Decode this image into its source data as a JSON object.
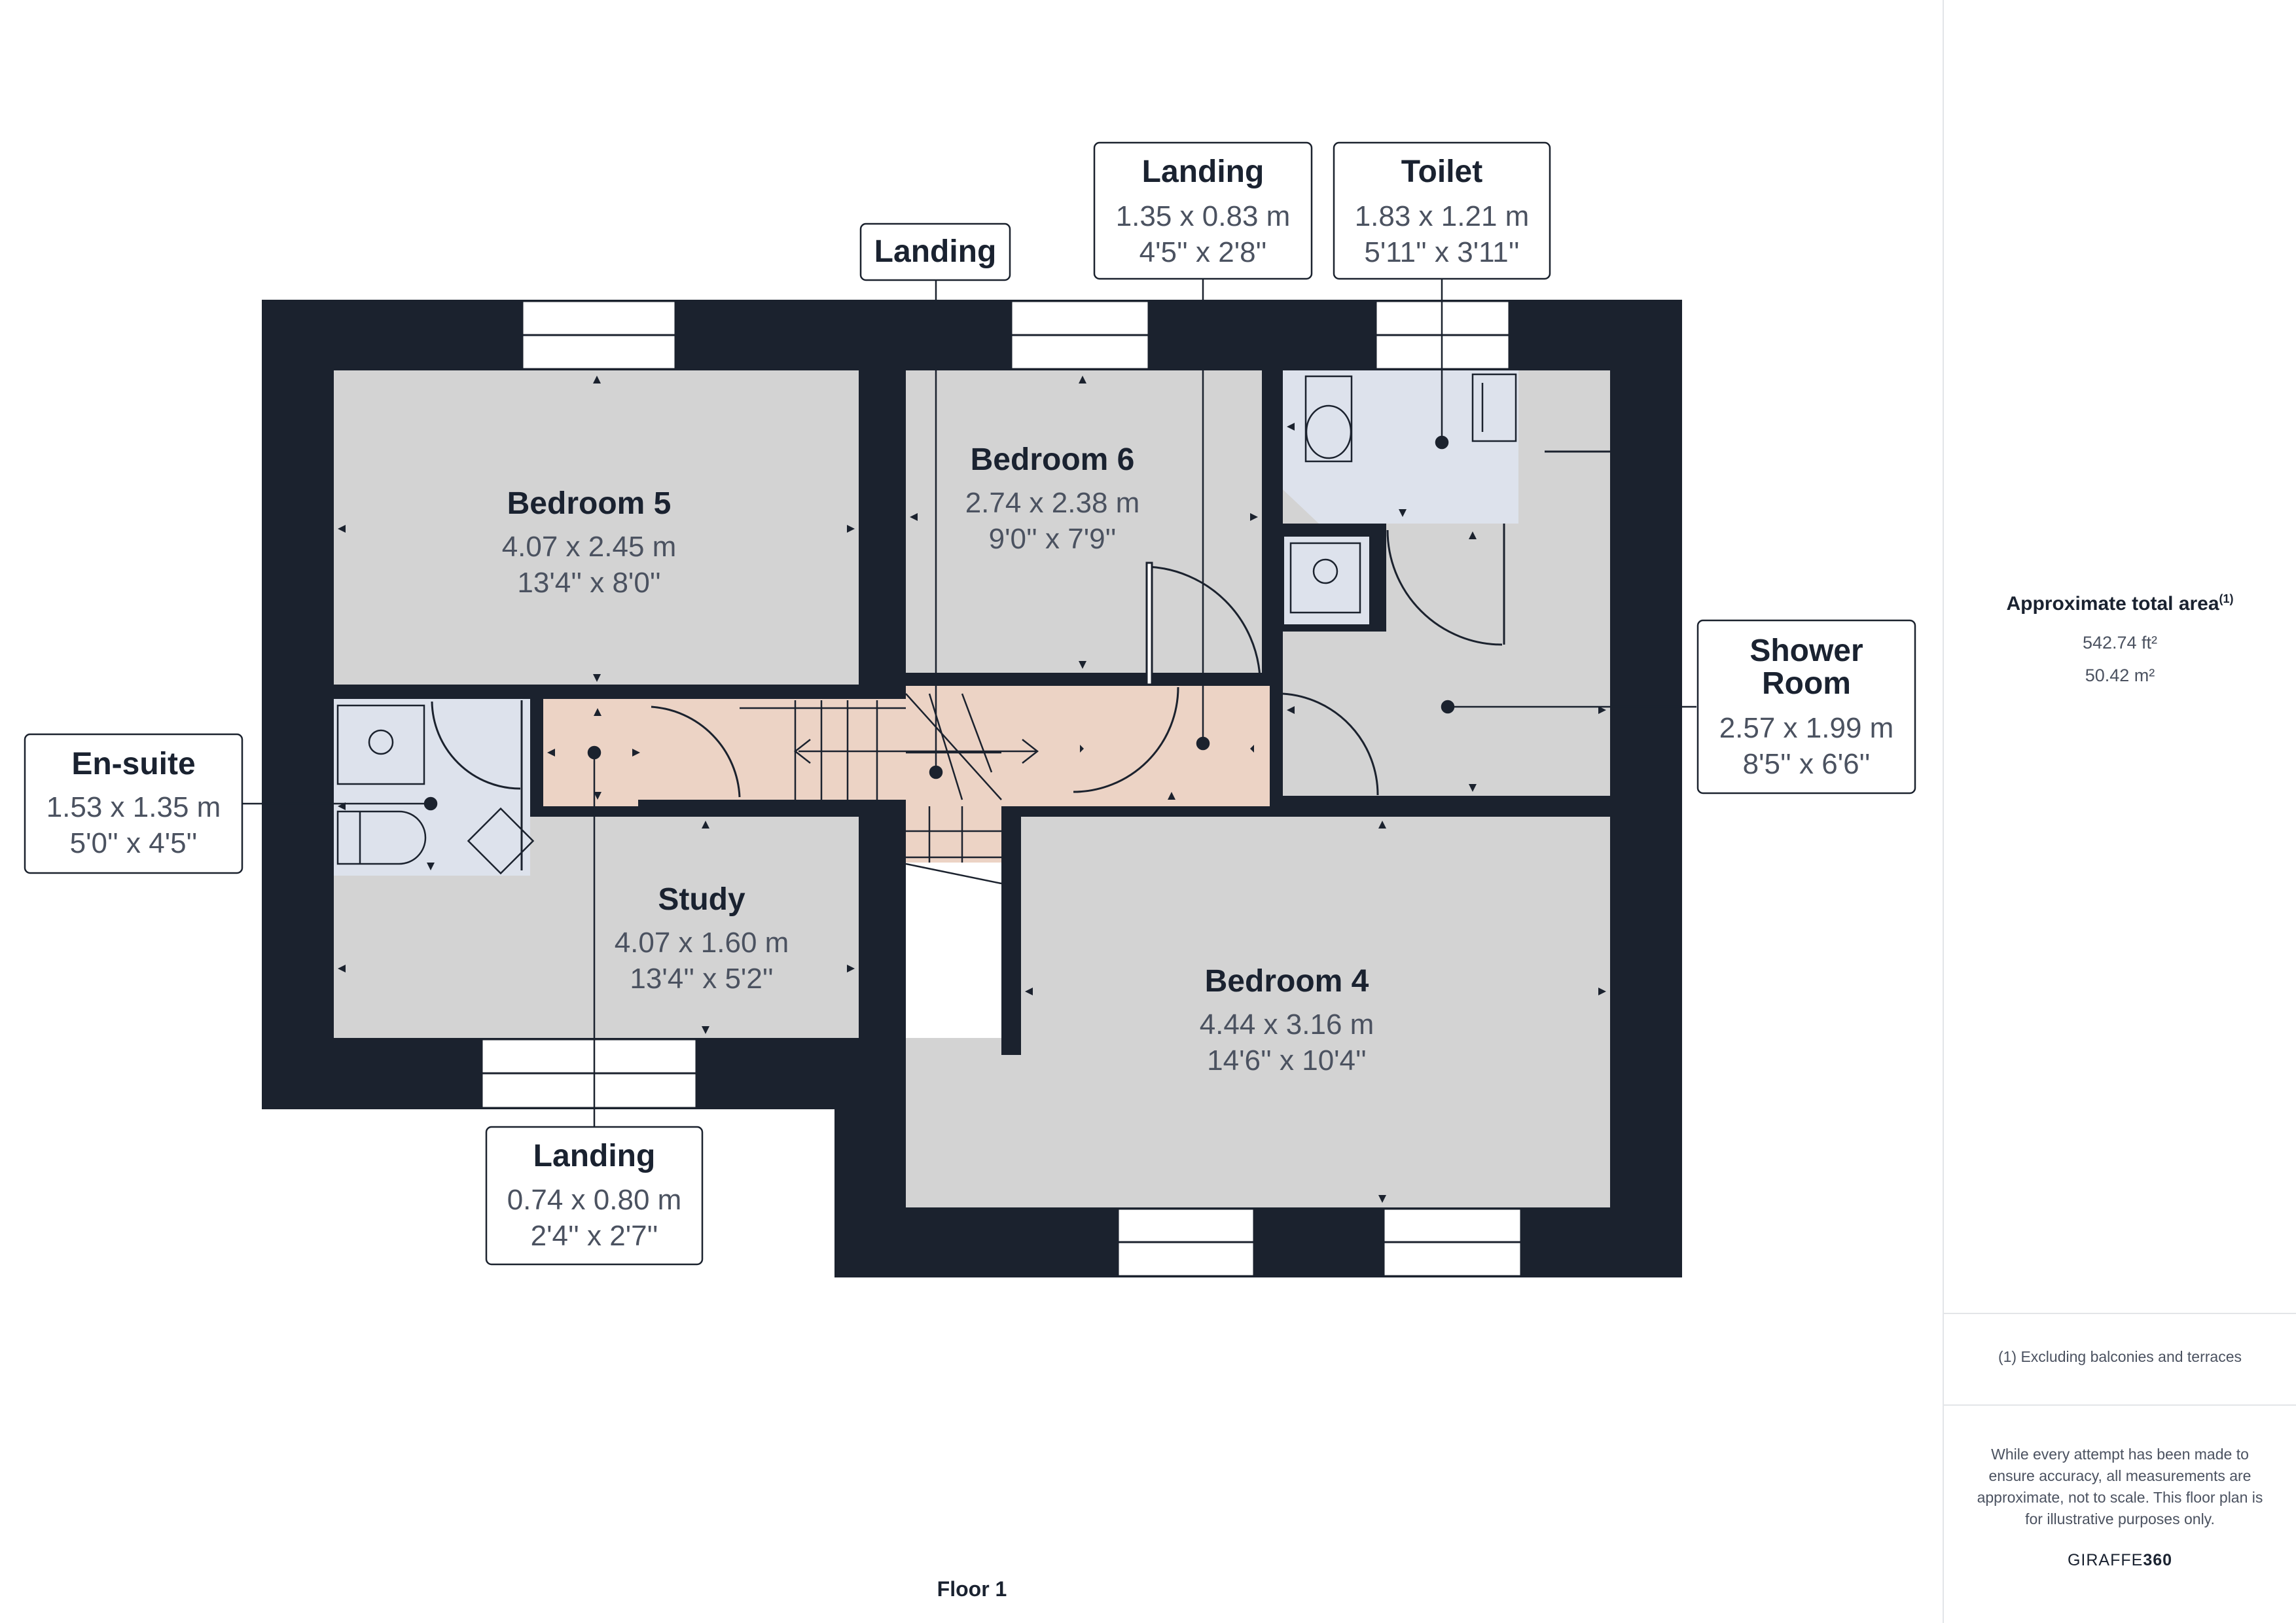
{
  "rooms": {
    "bedroom5": {
      "name": "Bedroom 5",
      "metric": "4.07 x 2.45 m",
      "imperial": "13'4'' x 8'0''"
    },
    "bedroom6": {
      "name": "Bedroom 6",
      "metric": "2.74 x 2.38 m",
      "imperial": "9'0'' x 7'9''"
    },
    "study": {
      "name": "Study",
      "metric": "4.07 x 1.60 m",
      "imperial": "13'4'' x 5'2''"
    },
    "bedroom4": {
      "name": "Bedroom 4",
      "metric": "4.44 x 3.16 m",
      "imperial": "14'6'' x 10'4''"
    }
  },
  "labels": {
    "landing_top": {
      "name": "Landing"
    },
    "landing_mid": {
      "name": "Landing",
      "metric": "1.35 x 0.83 m",
      "imperial": "4'5'' x 2'8''"
    },
    "toilet": {
      "name": "Toilet",
      "metric": "1.83 x 1.21 m",
      "imperial": "5'11'' x 3'11''"
    },
    "shower_room": {
      "name_line1": "Shower",
      "name_line2": "Room",
      "metric": "2.57 x 1.99 m",
      "imperial": "8'5'' x 6'6''"
    },
    "ensuite": {
      "name": "En-suite",
      "metric": "1.53 x 1.35 m",
      "imperial": "5'0'' x 4'5''"
    },
    "landing_bottom": {
      "name": "Landing",
      "metric": "0.74 x 0.80 m",
      "imperial": "2'4'' x 2'7''"
    }
  },
  "floor_label": "Floor 1",
  "sidebar": {
    "area_title": "Approximate total area",
    "area_sup": "(1)",
    "area_ft": "542.74 ft²",
    "area_m": "50.42 m²",
    "note": "(1) Excluding balconies and terraces",
    "disclaimer": "While every attempt has been made to ensure accuracy, all measurements are approximate, not to scale. This floor plan is for illustrative purposes only.",
    "brand_prefix": "GIRAFFE",
    "brand_suffix": "360"
  },
  "colors": {
    "wall": "#1b222e",
    "room": "#d3d3d3",
    "wet_room": "#dde2ec",
    "landing": "#ecd3c5",
    "ink": "#1a2230"
  }
}
